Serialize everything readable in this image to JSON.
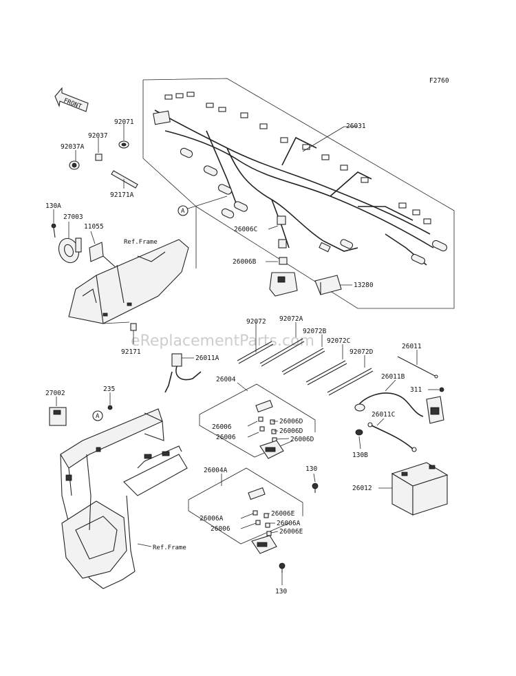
{
  "figure_code": "F2760",
  "watermark": "eReplacementParts.com",
  "front_label": "FRONT",
  "callout_a": "A",
  "ref_frame_labels": [
    "Ref.Frame",
    "Ref.Frame"
  ],
  "part_labels": [
    "26031",
    "92071",
    "92037",
    "92037A",
    "92171A",
    "130A",
    "27003",
    "11055",
    "26006C",
    "26006B",
    "13280",
    "92171",
    "92072",
    "92072A",
    "92072B",
    "92072C",
    "92072D",
    "26011",
    "26011A",
    "26004",
    "26011B",
    "311",
    "27002",
    "235",
    "26006",
    "26006D",
    "26006",
    "26006D",
    "26006D",
    "26011C",
    "130B",
    "130",
    "26004A",
    "26012",
    "26006A",
    "26006E",
    "26006",
    "26006A",
    "26006E",
    "130"
  ]
}
